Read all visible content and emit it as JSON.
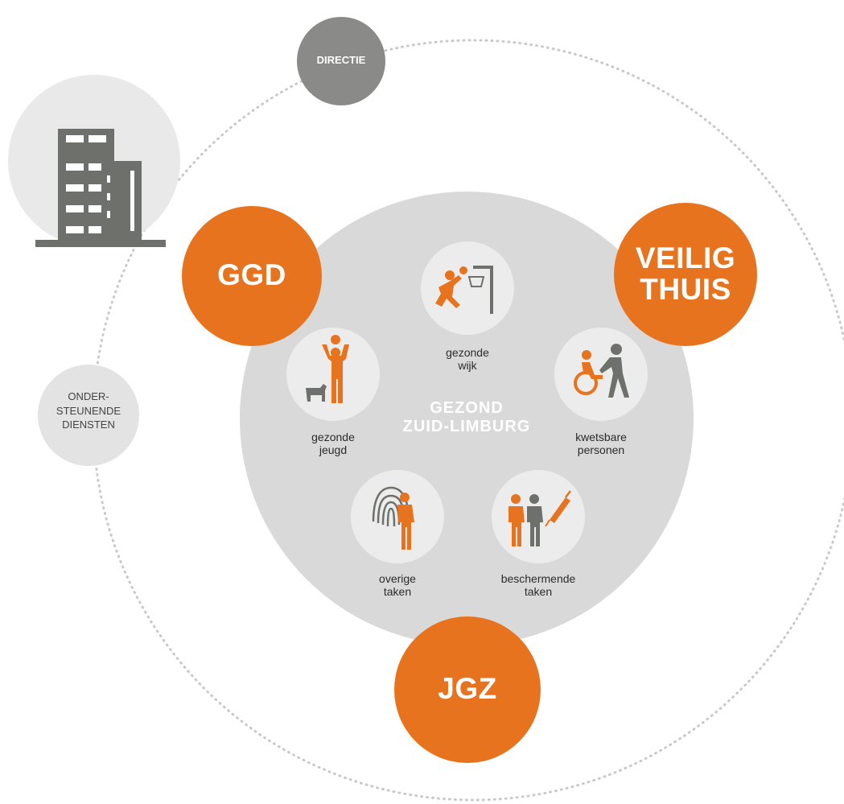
{
  "colors": {
    "accent": "#e8731e",
    "dark_gray": "#6e706c",
    "mid_gray": "#8a8a88",
    "light_gray": "#d9d9d9",
    "pale_gray": "#e9e9e9",
    "white": "#ffffff"
  },
  "nodes": {
    "directie": "DIRECTIE",
    "ondersteunende": "ONDER-\nSTEUNENDE\nDIENSTEN",
    "ggd": "GGD",
    "veilig_thuis": "VEILIG\nTHUIS",
    "jgz": "JGZ"
  },
  "center": {
    "title": "GEZOND\nZUID-LIMBURG"
  },
  "themes": [
    {
      "label": "gezonde\nwijk",
      "icon": "basketball-player-icon"
    },
    {
      "label": "gezonde\njeugd",
      "icon": "parent-child-dog-icon"
    },
    {
      "label": "kwetsbare\npersonen",
      "icon": "wheelchair-caregiver-icon"
    },
    {
      "label": "overige\ntaken",
      "icon": "fingerprint-person-icon"
    },
    {
      "label": "beschermende\ntaken",
      "icon": "people-syringe-icon"
    }
  ],
  "decor": {
    "building": "office-building-icon"
  }
}
